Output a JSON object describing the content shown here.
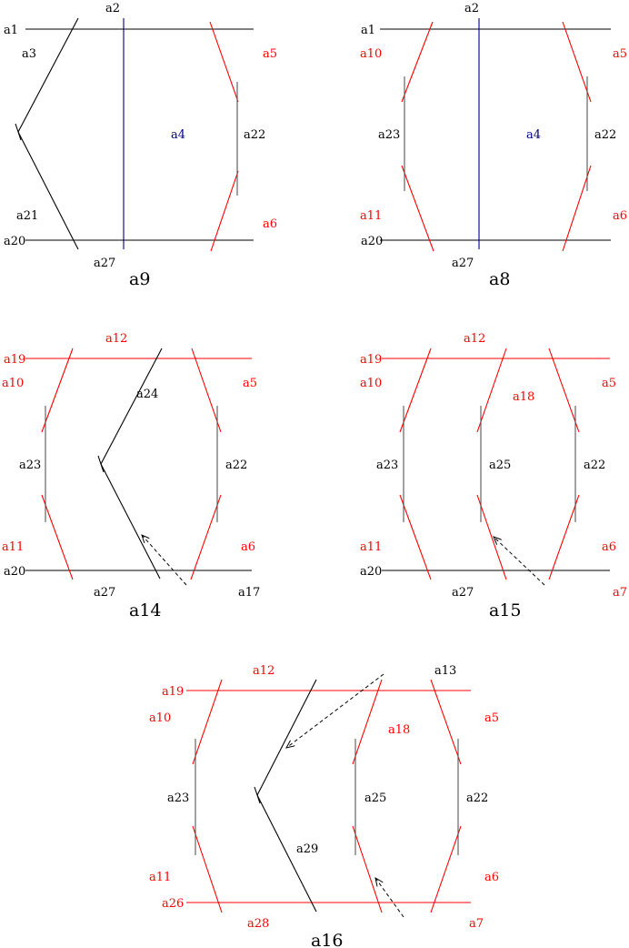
{
  "colors": {
    "black": "#000000",
    "red": "#ff0000",
    "blue": "#00007f"
  },
  "panels": {
    "a9": {
      "caption": "a9",
      "labels": {
        "a1": "a1",
        "a2": "a2",
        "a3": "a3",
        "a4": "a4",
        "a5": "a5",
        "a6": "a6",
        "a20": "a20",
        "a21": "a21",
        "a22": "a22",
        "a27": "a27"
      }
    },
    "a8": {
      "caption": "a8",
      "labels": {
        "a1": "a1",
        "a2": "a2",
        "a4": "a4",
        "a5": "a5",
        "a6": "a6",
        "a10": "a10",
        "a11": "a11",
        "a20": "a20",
        "a22": "a22",
        "a23": "a23",
        "a27": "a27"
      }
    },
    "a14": {
      "caption": "a14",
      "labels": {
        "a5": "a5",
        "a6": "a6",
        "a10": "a10",
        "a11": "a11",
        "a12": "a12",
        "a17": "a17",
        "a19": "a19",
        "a20": "a20",
        "a22": "a22",
        "a23": "a23",
        "a24": "a24",
        "a27": "a27"
      }
    },
    "a15": {
      "caption": "a15",
      "labels": {
        "a5": "a5",
        "a6": "a6",
        "a7": "a7",
        "a10": "a10",
        "a11": "a11",
        "a12": "a12",
        "a18": "a18",
        "a19": "a19",
        "a20": "a20",
        "a22": "a22",
        "a23": "a23",
        "a25": "a25",
        "a27": "a27"
      }
    },
    "a16": {
      "caption": "a16",
      "labels": {
        "a5": "a5",
        "a6": "a6",
        "a7": "a7",
        "a10": "a10",
        "a11": "a11",
        "a12": "a12",
        "a13": "a13",
        "a18": "a18",
        "a19": "a19",
        "a22": "a22",
        "a23": "a23",
        "a25": "a25",
        "a26": "a26",
        "a28": "a28",
        "a29": "a29"
      }
    }
  }
}
